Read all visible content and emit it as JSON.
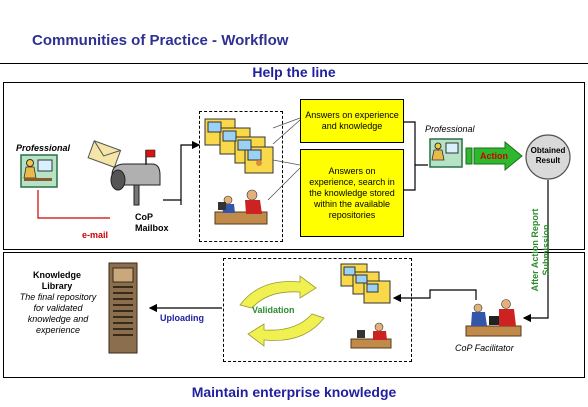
{
  "header": {
    "title": "Communities of Practice - Workflow",
    "top_section_label": "Help the line",
    "bottom_section_label": "Maintain enterprise knowledge"
  },
  "help_panel": {
    "professional_left": "Professional",
    "email_label": "e-mail",
    "mailbox_label": "CoP\nMailbox",
    "answers_box_1": "Answers on experience and knowledge",
    "answers_box_2": "Answers on experience, search in the knowledge stored within the available repositories",
    "professional_right": "Professional",
    "action_label": "Action",
    "result_label": "Obtained Result",
    "report_label": "After Action Report Submission"
  },
  "maintain_panel": {
    "library_title": "Knowledge Library",
    "library_desc": "The final repository for validated knowledge and experience",
    "uploading_label": "Uploading",
    "validation_label": "Validation",
    "facilitator_label": "CoP Facilitator"
  },
  "colors": {
    "title": "#2e3192",
    "section": "#1f1fa0",
    "answers_box": "#ffff00",
    "email": "#cc0000",
    "report": "#2e8b2e",
    "action_arrow": "#2eb82e",
    "validation": "#e6e600"
  }
}
